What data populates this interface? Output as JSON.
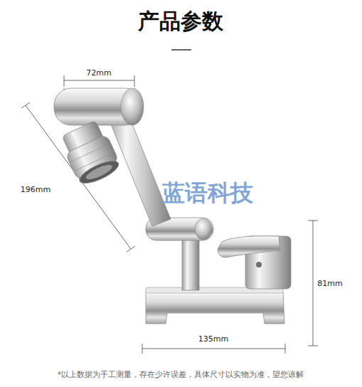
{
  "diagram": {
    "title": "产品参数",
    "labels": [
      "72mm",
      "196mm",
      "81mm",
      "135mm",
      "蓝语科技",
      "*以上数据为手工测量，存在少许误差，具体尺寸以实物为准，望您谅解"
    ]
  }
}
